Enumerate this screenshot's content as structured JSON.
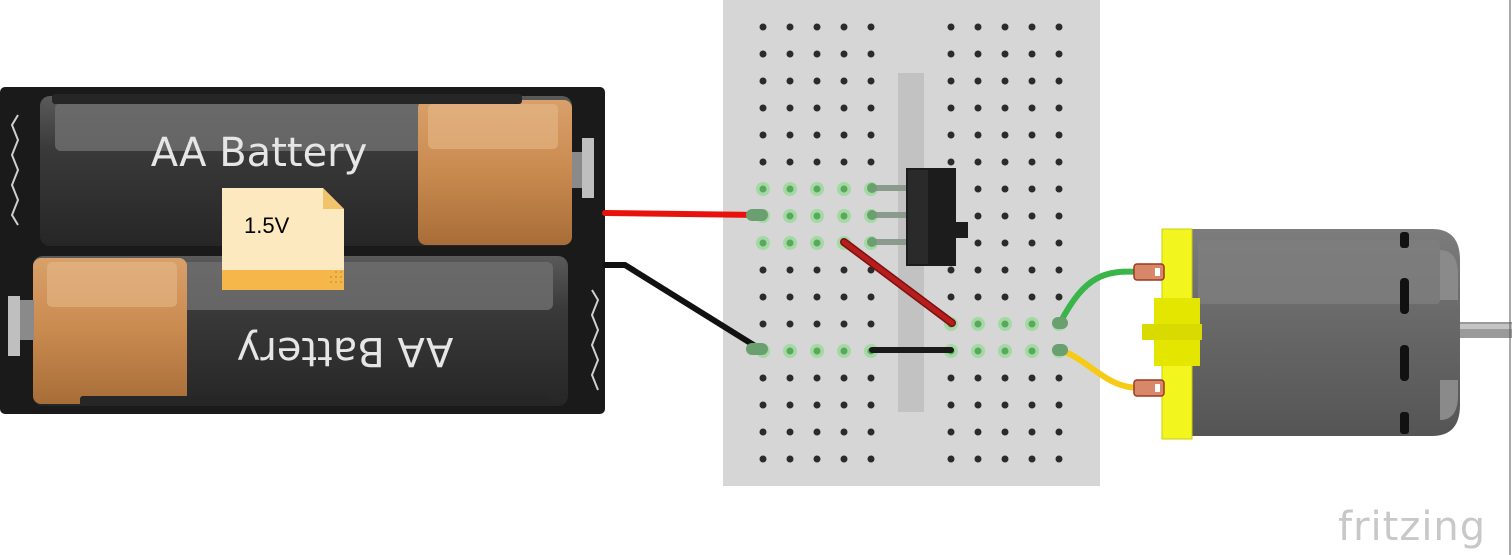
{
  "battery_pack": {
    "top_label": "AA Battery",
    "bottom_label": "AA Battery",
    "note_label": "1.5V"
  },
  "breadboard": {
    "rows": 17,
    "cols_per_side": 5
  },
  "watermark": "fritzing",
  "colors": {
    "red_wire": "#e8120c",
    "black_wire": "#111111",
    "green_wire": "#39b54a",
    "yellow_wire": "#f5cb16",
    "motor_body": "#6e6e6e",
    "motor_mount": "#f3f51f",
    "battery_case": "#1a1a1a",
    "battery_copper": "#c98a4f",
    "breadboard": "#d6d6d6",
    "note": "#fde9bf"
  }
}
